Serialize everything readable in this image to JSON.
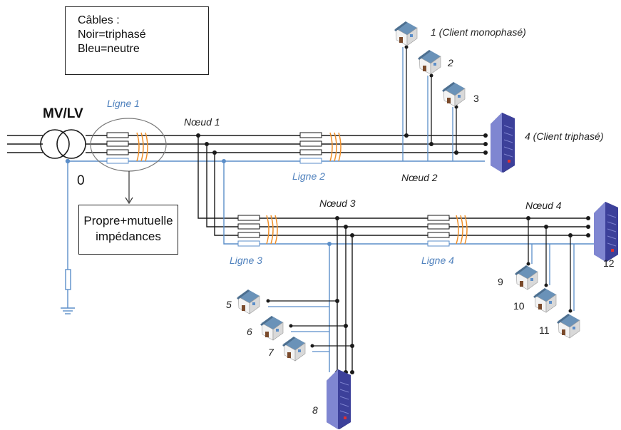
{
  "legend": {
    "title": "Câbles :",
    "line1": "Noir=triphasé",
    "line2": "Bleu=neutre"
  },
  "impedance_box": {
    "line1": "Propre+mutuelle",
    "line2": "impédances"
  },
  "transformer_label": "MV/LV",
  "origin_label": "0",
  "lines": {
    "l1": "Ligne 1",
    "l2": "Ligne 2",
    "l3": "Ligne 3",
    "l4": "Ligne 4"
  },
  "nodes": {
    "n1": "Nœud 1",
    "n2": "Nœud 2",
    "n3": "Nœud 3",
    "n4": "Nœud 4"
  },
  "clients": {
    "c1": "1 (Client monophasé)",
    "c2": "2",
    "c3": "3",
    "c4": "4 (Client triphasé)",
    "c5": "5",
    "c6": "6",
    "c7": "7",
    "c8": "8",
    "c9": "9",
    "c10": "10",
    "c11": "11",
    "c12": "12"
  },
  "colors": {
    "phase": "#1a1a1a",
    "neutral": "#5b8ec9",
    "coupling": "#f0902a",
    "building": "#3b3f9a",
    "roof": "#5a7fa0"
  }
}
